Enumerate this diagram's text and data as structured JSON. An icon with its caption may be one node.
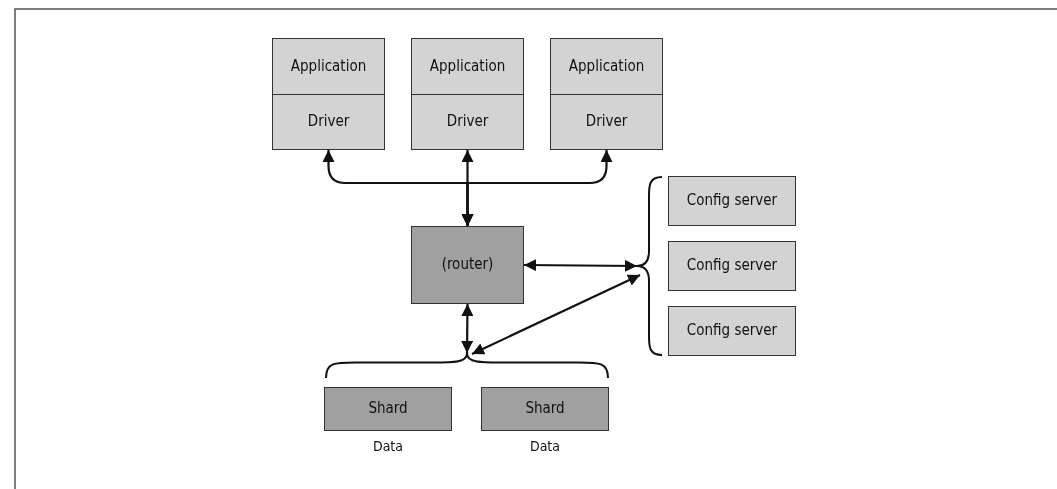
{
  "diagram": {
    "nodes": [
      {
        "text": [
          "Application",
          "Driver"
        ]
      },
      {
        "text": [
          "Application",
          "Driver"
        ]
      },
      {
        "text": [
          "Application",
          "Driver"
        ]
      },
      {
        "text": [
          "(router)"
        ]
      },
      {
        "text": [
          "Config server"
        ]
      },
      {
        "text": [
          "Config server"
        ]
      },
      {
        "text": [
          "Config server"
        ]
      },
      {
        "text": [
          "Shard"
        ],
        "beside": [
          "Data"
        ]
      },
      {
        "text": [
          "Shard"
        ],
        "beside": [
          "Data"
        ]
      },
      {
        "text": [],
        "shape": "brace"
      },
      {
        "text": [],
        "shape": "brace"
      }
    ],
    "edges": [
      {
        "from": 3,
        "to": 0,
        "arrow": "both"
      },
      {
        "from": 3,
        "to": 1,
        "arrow": "both"
      },
      {
        "from": 3,
        "to": 2,
        "arrow": "both"
      },
      {
        "from": 3,
        "to": 9,
        "arrow": "both"
      },
      {
        "from": 3,
        "to": 10,
        "arrow": "both"
      },
      {
        "from": 10,
        "to": 9,
        "arrow": "both"
      }
    ]
  }
}
